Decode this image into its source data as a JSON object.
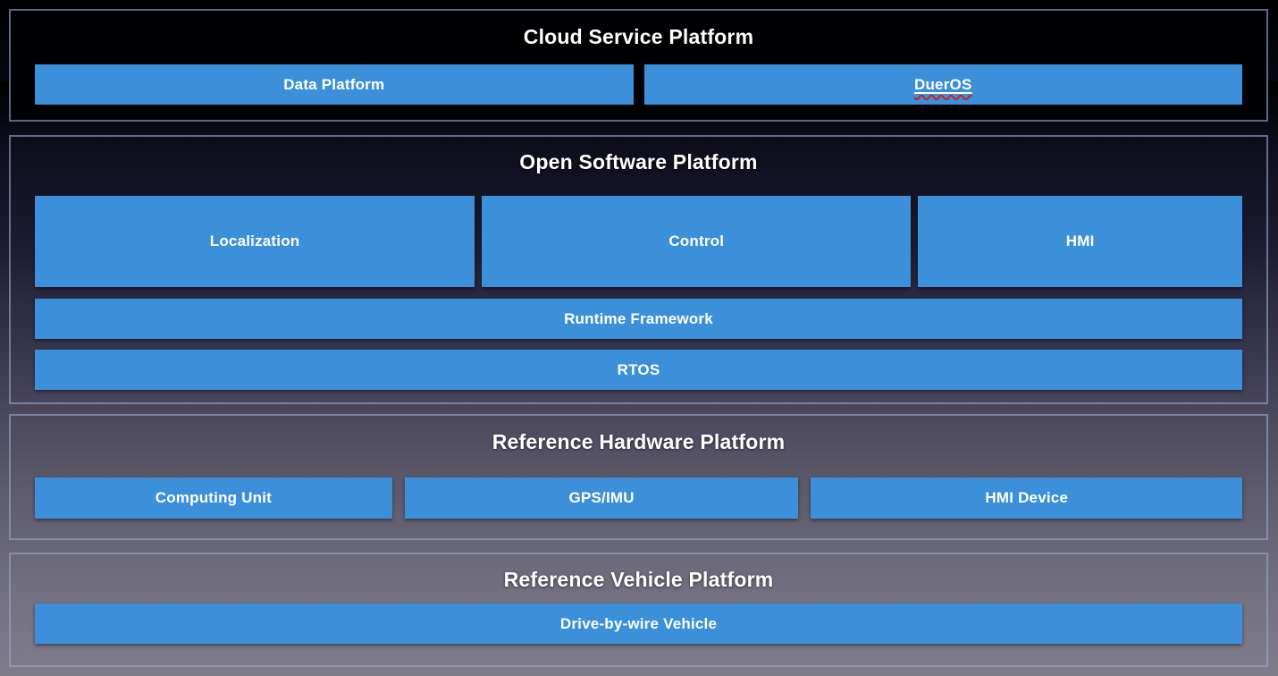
{
  "colors": {
    "box_blue": "#3b90d9",
    "panel_border": "#94a8ce",
    "title_text": "#ffffff",
    "box_text": "#ffffff",
    "spellcheck_underline": "#cf1f1f",
    "background_top": "#040407",
    "background_bottom": "#807d8b"
  },
  "sections": {
    "cloud": {
      "title": "Cloud Service Platform",
      "boxes": {
        "data_platform": "Data Platform",
        "dueros": "DuerOS"
      }
    },
    "software": {
      "title": "Open Software Platform",
      "boxes": {
        "localization": "Localization",
        "control": "Control",
        "hmi": "HMI",
        "runtime_framework": "Runtime Framework",
        "rtos": "RTOS"
      }
    },
    "hardware": {
      "title": "Reference Hardware Platform",
      "boxes": {
        "computing_unit": "Computing Unit",
        "gps_imu": "GPS/IMU",
        "hmi_device": "HMI Device"
      }
    },
    "vehicle": {
      "title": "Reference Vehicle Platform",
      "boxes": {
        "drive_by_wire": "Drive-by-wire Vehicle"
      }
    }
  }
}
